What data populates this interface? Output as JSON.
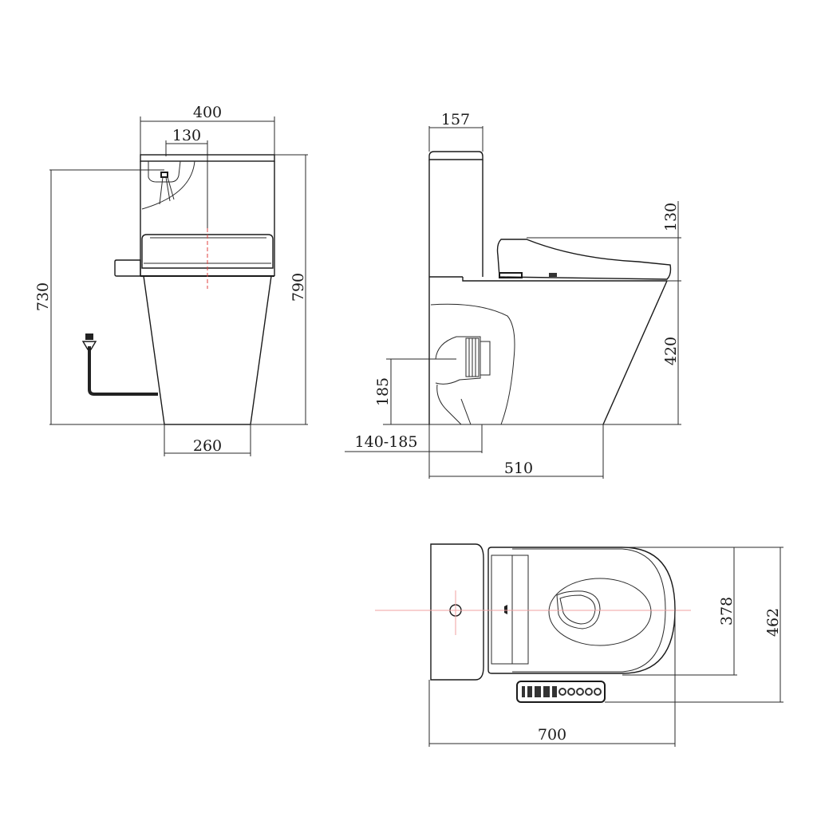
{
  "diagram": {
    "type": "technical-dimension-drawing",
    "subject": "one-piece smart toilet",
    "line_color": "#1a1a1a",
    "centerline_color": "#e0413f",
    "units": "mm"
  },
  "front_view": {
    "dimensions": {
      "overall_width": "400",
      "inlet_offset": "130",
      "inlet_height": "730",
      "overall_height": "790",
      "base_width": "260"
    }
  },
  "side_view": {
    "dimensions": {
      "tank_depth": "157",
      "seat_height_above_rim": "130",
      "rim_height": "420",
      "outlet_height": "185",
      "rough_in": "140-185",
      "base_length": "510"
    }
  },
  "top_view": {
    "dimensions": {
      "overall_length": "700",
      "bowl_width": "378",
      "overall_width_with_panel": "462"
    }
  }
}
